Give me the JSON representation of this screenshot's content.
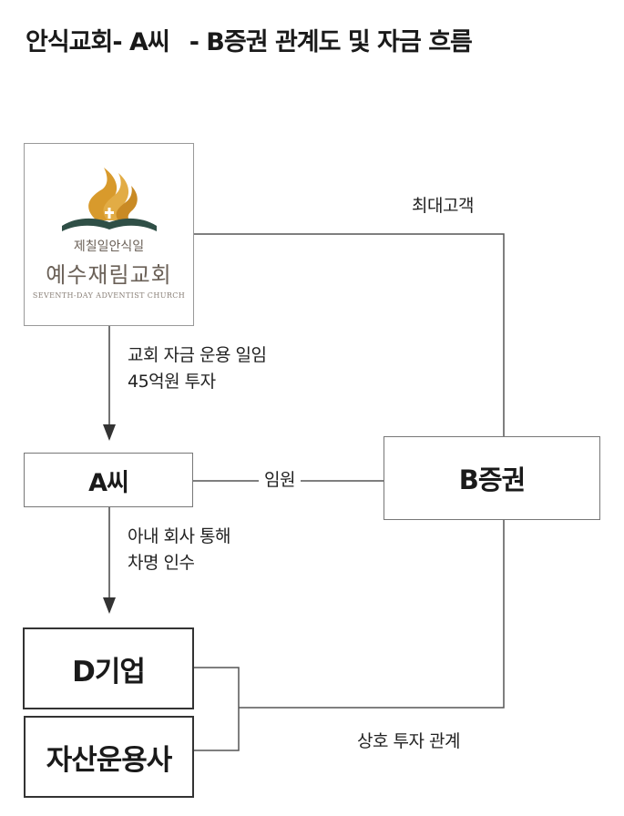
{
  "title": {
    "part1": "안식교회- A씨",
    "part2": "- B증권  관계도 및 자금 흐름"
  },
  "nodes": {
    "church": {
      "logo_text_small": "제칠일안식일",
      "logo_text_main": "예수재림교회",
      "logo_text_en": "SEVENTH-DAY ADVENTIST CHURCH",
      "emblem_icon": "adventist-flame-book-emblem",
      "colors": {
        "flame": "#d89a2c",
        "book": "#2f4f46",
        "text": "#6b6158"
      }
    },
    "person_a": {
      "label": "A씨"
    },
    "securities_b": {
      "label": "B증권"
    },
    "company_d": {
      "label": "D기업"
    },
    "asset_mgmt": {
      "label": "자산운용사"
    }
  },
  "edges": {
    "church_to_a": {
      "line1": "교회 자금 운용 일임",
      "line2": "45억원 투자"
    },
    "a_to_d": {
      "line1": "아내 회사 통해",
      "line2": "차명 인수"
    },
    "church_to_b": {
      "label": "최대고객"
    },
    "a_to_b": {
      "label": "임원"
    },
    "d_asset_to_b": {
      "label": "상호 투자 관계"
    }
  }
}
